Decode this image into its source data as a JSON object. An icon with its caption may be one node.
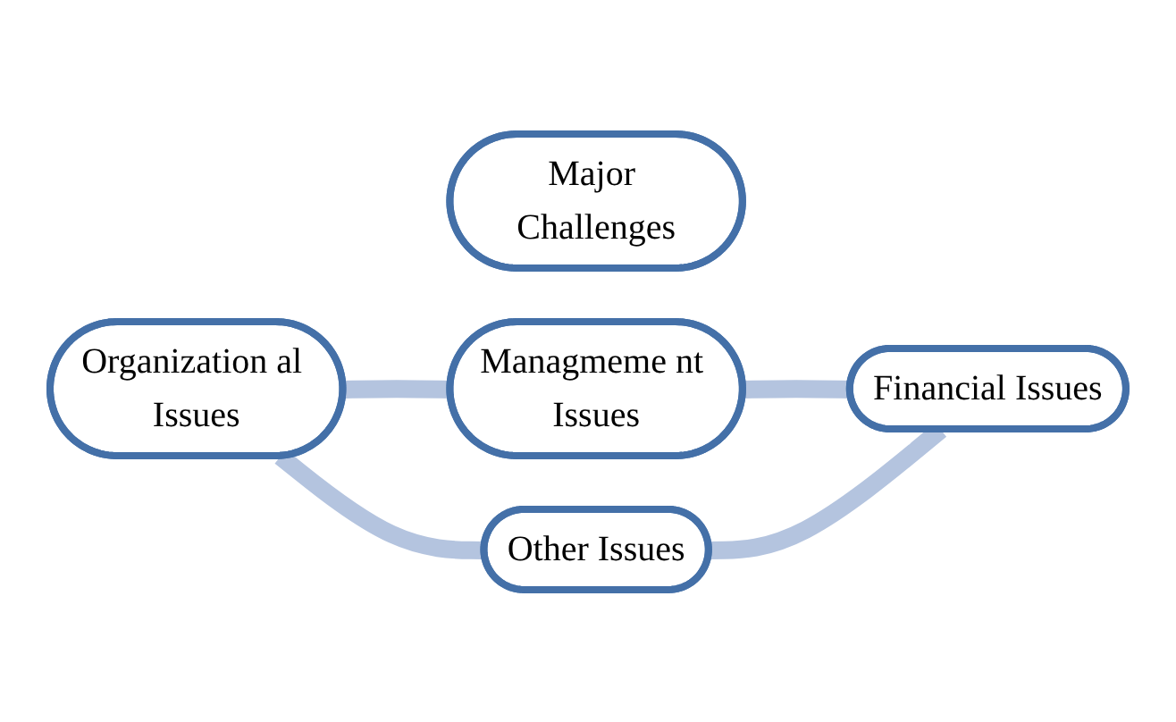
{
  "diagram": {
    "nodes": [
      {
        "text": [
          "Managmeme nt Issues"
        ]
      },
      {
        "text": [
          "Organization al Issues"
        ]
      },
      {
        "text": [
          "Major Challenges"
        ]
      },
      {
        "text": [
          "Financial Issues"
        ]
      },
      {
        "text": [
          "Other Issues"
        ]
      }
    ],
    "edges": [
      {
        "from": 1,
        "to": 0,
        "arrow": "none"
      },
      {
        "from": 0,
        "to": 3,
        "arrow": "none"
      },
      {
        "from": 1,
        "to": 4,
        "arrow": "none"
      },
      {
        "from": 4,
        "to": 3,
        "arrow": "none"
      }
    ]
  }
}
